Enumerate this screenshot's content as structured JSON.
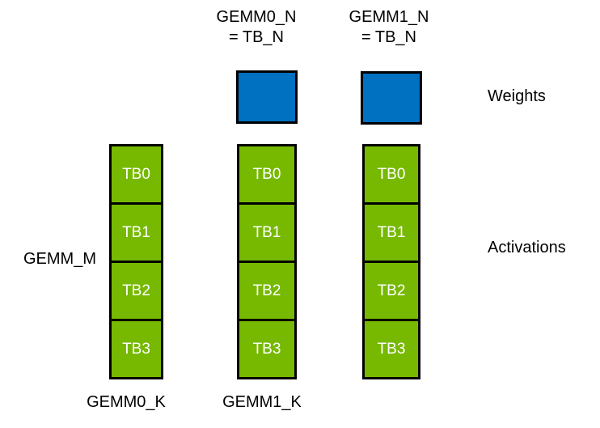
{
  "diagram": {
    "colors": {
      "background": "#FFFFFF",
      "weights_fill": "#0070C0",
      "activations_fill": "#76B900",
      "border": "#000000",
      "block_text": "#FFFFFF",
      "label_text": "#000000"
    },
    "top_labels": [
      {
        "line1": "GEMM0_N",
        "line2": "= TB_N"
      },
      {
        "line1": "GEMM1_N",
        "line2": "= TB_N"
      }
    ],
    "weights_label": "Weights",
    "activations_label": "Activations",
    "gemm_m_label": "GEMM_M",
    "bottom_labels": [
      "GEMM0_K",
      "GEMM1_K"
    ],
    "columns": [
      [
        "TB0",
        "TB1",
        "TB2",
        "TB3"
      ],
      [
        "TB0",
        "TB1",
        "TB2",
        "TB3"
      ],
      [
        "TB0",
        "TB1",
        "TB2",
        "TB3"
      ]
    ]
  }
}
